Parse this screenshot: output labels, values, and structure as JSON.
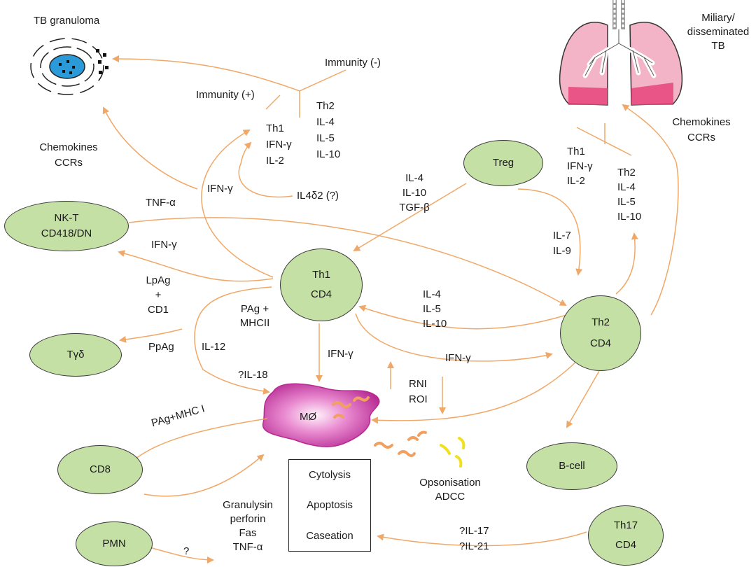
{
  "colors": {
    "cell_fill": "#c5e0a5",
    "arrow": "#f0a868",
    "macrophage": "#c23fa0",
    "lung": "#f4b4c8"
  },
  "labels": {
    "tb_granuloma": "TB granuloma",
    "immunity_neg": "Immunity (-)",
    "immunity_pos": "Immunity (+)",
    "th2_list_top": [
      "Th2",
      "IL-4",
      "IL-5",
      "IL-10"
    ],
    "th1_list_top": [
      "Th1",
      "IFN-γ",
      "IL-2"
    ],
    "chemokines_left": [
      "Chemokines",
      "CCRs"
    ],
    "il4d2": "IL4δ2 (?)",
    "tnf_alpha": "TNF-α",
    "ifn_gamma_a": "IFN-γ",
    "ifn_gamma_b": "IFN-γ",
    "treg_cytokines": [
      "IL-4",
      "IL-10",
      "TGF-β"
    ],
    "miliary": [
      "Miliary/",
      "disseminated",
      "TB"
    ],
    "chemokines_right": [
      "Chemokines",
      "CCRs"
    ],
    "th1_list_right": [
      "Th1",
      "IFN-γ",
      "IL-2"
    ],
    "th2_list_right": [
      "Th2",
      "IL-4",
      "IL-5",
      "IL-10"
    ],
    "il7_il9": [
      "IL-7",
      "IL-9"
    ],
    "lpag_cd1": [
      "LpAg",
      "+",
      "CD1"
    ],
    "pag_mhcii": [
      "PAg +",
      "MHCII"
    ],
    "th2_to_th1": [
      "IL-4",
      "IL-5",
      "IL-10"
    ],
    "ppag": "PpAg",
    "il12": "IL-12",
    "ifn_gamma_mac": "IFN-γ",
    "ifn_gamma_th2": "IFN-γ",
    "il18": "?IL-18",
    "rni_roi": [
      "RNI",
      "ROI"
    ],
    "pag_mhci": "PAg+MHC I",
    "effector_molecules": [
      "Granulysin",
      "perforin",
      "Fas",
      "TNF-α"
    ],
    "question": "?",
    "opsonisation": [
      "Opsonisation",
      "ADCC"
    ],
    "th17_cytokines": [
      "?IL-17",
      "?IL-21"
    ],
    "macrophage": "MØ"
  },
  "cells": {
    "nkt": [
      "NK-T",
      "CD418/DN"
    ],
    "th1": [
      "Th1",
      "CD4"
    ],
    "treg": [
      "Treg"
    ],
    "th2": [
      "Th2",
      "CD4"
    ],
    "tgd": [
      "Tγδ"
    ],
    "cd8": [
      "CD8"
    ],
    "bcell": [
      "B-cell"
    ],
    "pmn": [
      "PMN"
    ],
    "th17": [
      "Th17",
      "CD4"
    ]
  },
  "outcomes": [
    "Cytolysis",
    "Apoptosis",
    "Caseation"
  ]
}
